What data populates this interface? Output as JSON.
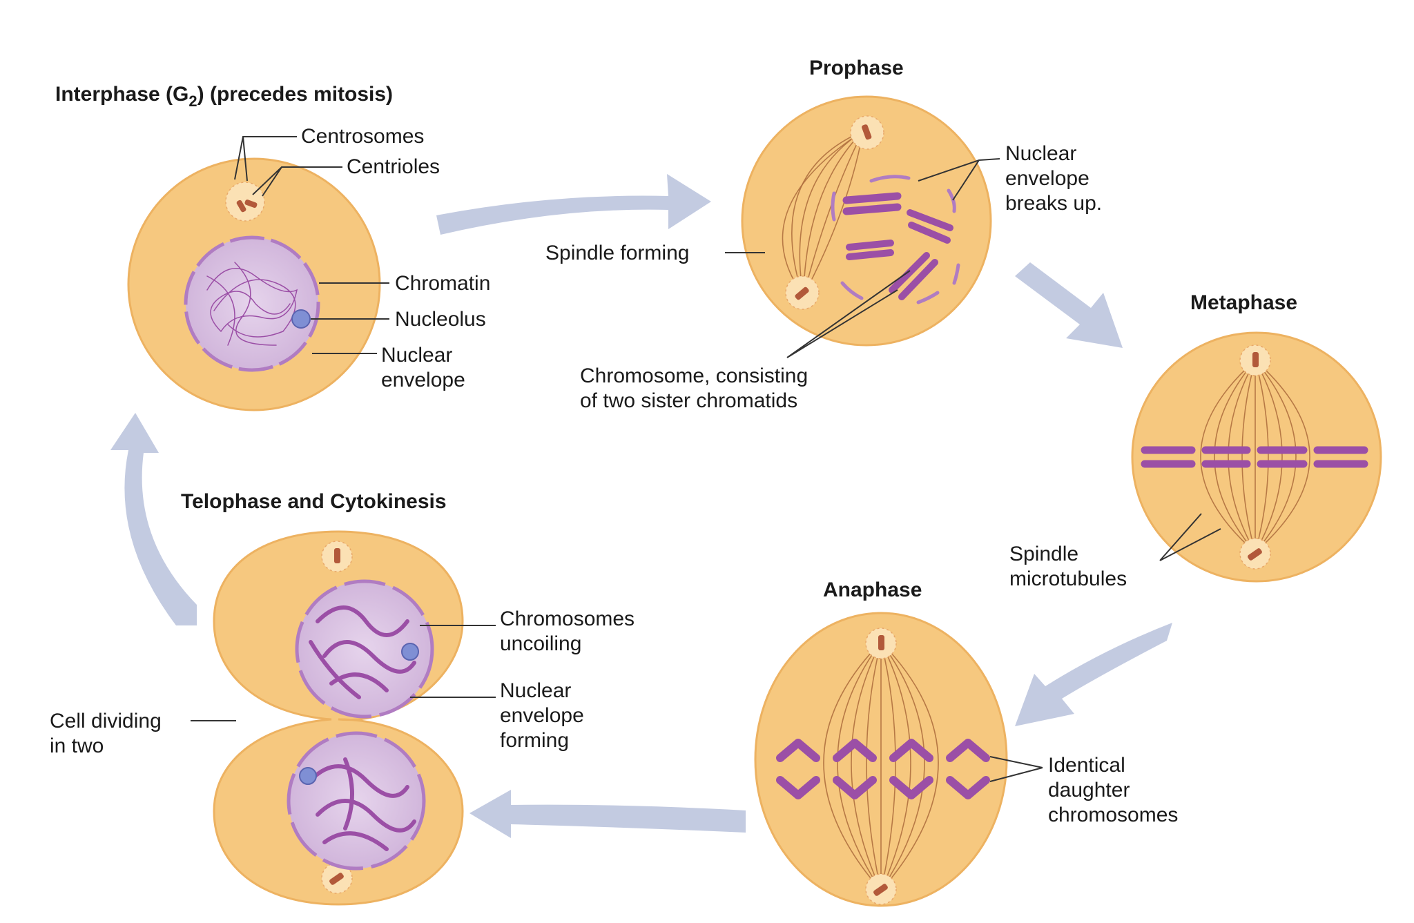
{
  "colors": {
    "cell_fill": "#f6c87f",
    "cell_edge": "#edb261",
    "nucleus_fill": "#d7bde0",
    "chromosome": "#9b4fa6",
    "arrow": "#b9c2dc",
    "centrosome": "#b2593a"
  },
  "stages": {
    "interphase": {
      "title": "Interphase (G",
      "title_sub": "2",
      "title_tail": ") (precedes mitosis)",
      "labels": {
        "centrosomes": "Centrosomes",
        "centrioles": "Centrioles",
        "chromatin": "Chromatin",
        "nucleolus": "Nucleolus",
        "nuclear_envelope_1": "Nuclear",
        "nuclear_envelope_2": "envelope"
      }
    },
    "prophase": {
      "title": "Prophase",
      "labels": {
        "envelope_breaks_1": "Nuclear",
        "envelope_breaks_2": "envelope",
        "envelope_breaks_3": "breaks up.",
        "spindle_forming": "Spindle forming",
        "chromosome_1": "Chromosome, consisting",
        "chromosome_2": "of two sister chromatids"
      }
    },
    "metaphase": {
      "title": "Metaphase",
      "labels": {
        "spindle_microtubules_1": "Spindle",
        "spindle_microtubules_2": "microtubules"
      }
    },
    "anaphase": {
      "title": "Anaphase",
      "labels": {
        "daughter_1": "Identical",
        "daughter_2": "daughter",
        "daughter_3": "chromosomes"
      }
    },
    "telophase": {
      "title": "Telophase and Cytokinesis",
      "labels": {
        "uncoiling_1": "Chromosomes",
        "uncoiling_2": "uncoiling",
        "envelope_forming_1": "Nuclear",
        "envelope_forming_2": "envelope",
        "envelope_forming_3": "forming",
        "dividing_1": "Cell dividing",
        "dividing_2": "in two"
      }
    }
  }
}
